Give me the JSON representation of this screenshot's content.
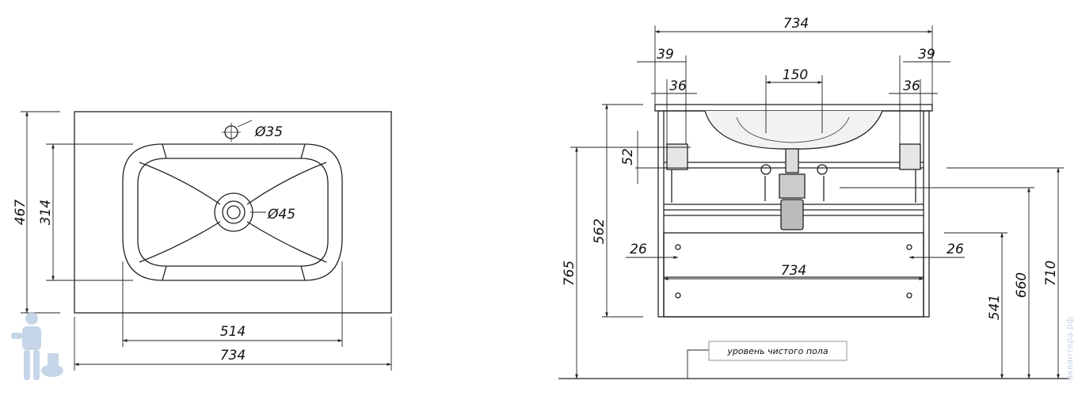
{
  "top_view": {
    "dim_total_height": "467",
    "dim_bowl_height": "314",
    "dim_faucet_hole": "Ø35",
    "dim_drain_hole": "Ø45",
    "dim_bowl_width": "514",
    "dim_total_width": "734"
  },
  "front_view": {
    "dim_top_width": "734",
    "dim_left_39": "39",
    "dim_right_39": "39",
    "dim_left_36": "36",
    "dim_right_36": "36",
    "dim_150": "150",
    "dim_52": "52",
    "dim_562": "562",
    "dim_765": "765",
    "dim_left_26": "26",
    "dim_right_26": "26",
    "dim_inner_width": "734",
    "dim_541": "541",
    "dim_660": "660",
    "dim_710": "710",
    "floor_label": "уровень чистого пола"
  },
  "watermark": "аквантера.рф",
  "colors": {
    "line": "#222222",
    "background": "#ffffff",
    "logo": "#b8cde3"
  }
}
